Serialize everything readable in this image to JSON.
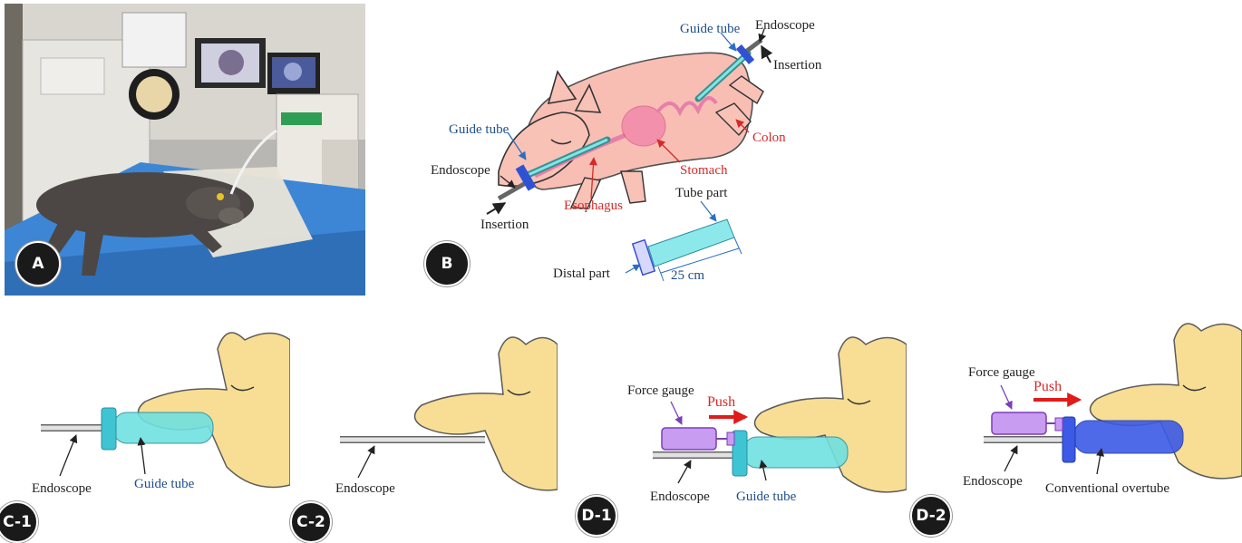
{
  "panels": {
    "a": {
      "badge": "A"
    },
    "b": {
      "badge": "B",
      "labels": {
        "guide_tube_top": "Guide tube",
        "endoscope_top": "Endoscope",
        "insertion_top": "Insertion",
        "colon": "Colon",
        "stomach": "Stomach",
        "esophagus": "Esophagus",
        "guide_tube_left": "Guide tube",
        "endoscope_left": "Endoscope",
        "insertion_left": "Insertion",
        "tube_part": "Tube part",
        "distal_part": "Distal part",
        "length": "25 cm"
      }
    },
    "c1": {
      "badge": "C-1",
      "labels": {
        "endoscope": "Endoscope",
        "guide_tube": "Guide tube"
      }
    },
    "c2": {
      "badge": "C-2",
      "labels": {
        "endoscope": "Endoscope"
      }
    },
    "d1": {
      "badge": "D-1",
      "labels": {
        "force_gauge": "Force gauge",
        "push": "Push",
        "endoscope": "Endoscope",
        "guide_tube": "Guide tube"
      }
    },
    "d2": {
      "badge": "D-2",
      "labels": {
        "force_gauge": "Force gauge",
        "push": "Push",
        "endoscope": "Endoscope",
        "overtube": "Conventional overtube"
      }
    }
  },
  "colors": {
    "blue_label": "#1f4e8c",
    "red_label": "#d42a2a",
    "guide_tube": "#6fe0e0",
    "overtube": "#3c5ae6",
    "gauge": "#c89cf0",
    "pig_head": "#f7d77a",
    "pig_body": "#f7b3a8",
    "endoscope": "#d8d8d8"
  }
}
